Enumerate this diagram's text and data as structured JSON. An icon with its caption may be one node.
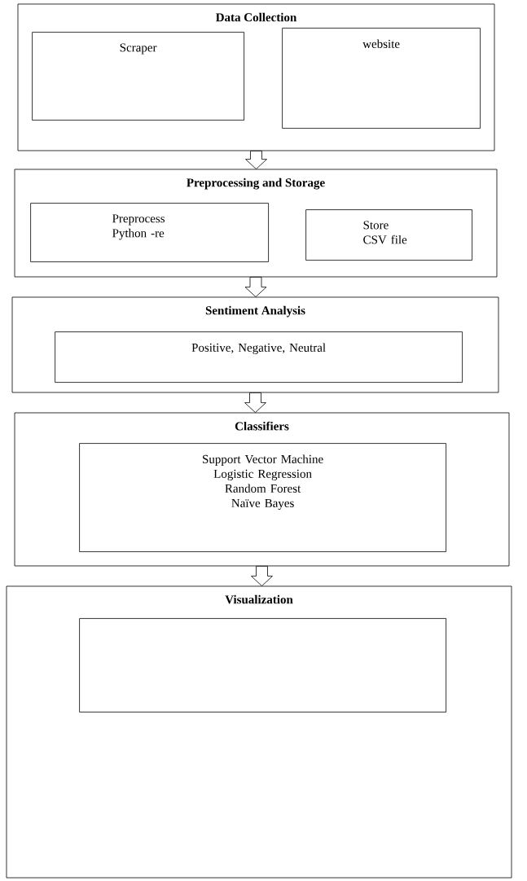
{
  "diagram": {
    "nodes": [
      {
        "text": [
          "Data Collection"
        ]
      },
      {
        "text": [
          "Scraper"
        ],
        "in": 0
      },
      {
        "text": [
          "website"
        ],
        "in": 0
      },
      {
        "text": [
          "Preprocessing and Storage"
        ]
      },
      {
        "text": [
          "Preprocess Python -re"
        ],
        "in": 3
      },
      {
        "text": [
          "Store CSV file"
        ],
        "in": 3
      },
      {
        "text": [
          "Sentiment Analysis"
        ]
      },
      {
        "text": [
          "Positive, Negative, Neutral"
        ],
        "in": 6
      },
      {
        "text": [
          "Classifiers"
        ]
      },
      {
        "text": [
          "Support Vector Machine",
          "Logistic Regression",
          "Random Forest",
          "Naïve Bayes"
        ],
        "in": 8
      },
      {
        "text": [
          "Visualization"
        ]
      },
      {
        "text": [],
        "shape": "box",
        "in": 10
      }
    ],
    "edges": [
      {
        "from": 0,
        "to": 3,
        "arrow": "to"
      },
      {
        "from": 3,
        "to": 6,
        "arrow": "to"
      },
      {
        "from": 6,
        "to": 8,
        "arrow": "to"
      },
      {
        "from": 8,
        "to": 10,
        "arrow": "to"
      }
    ]
  }
}
